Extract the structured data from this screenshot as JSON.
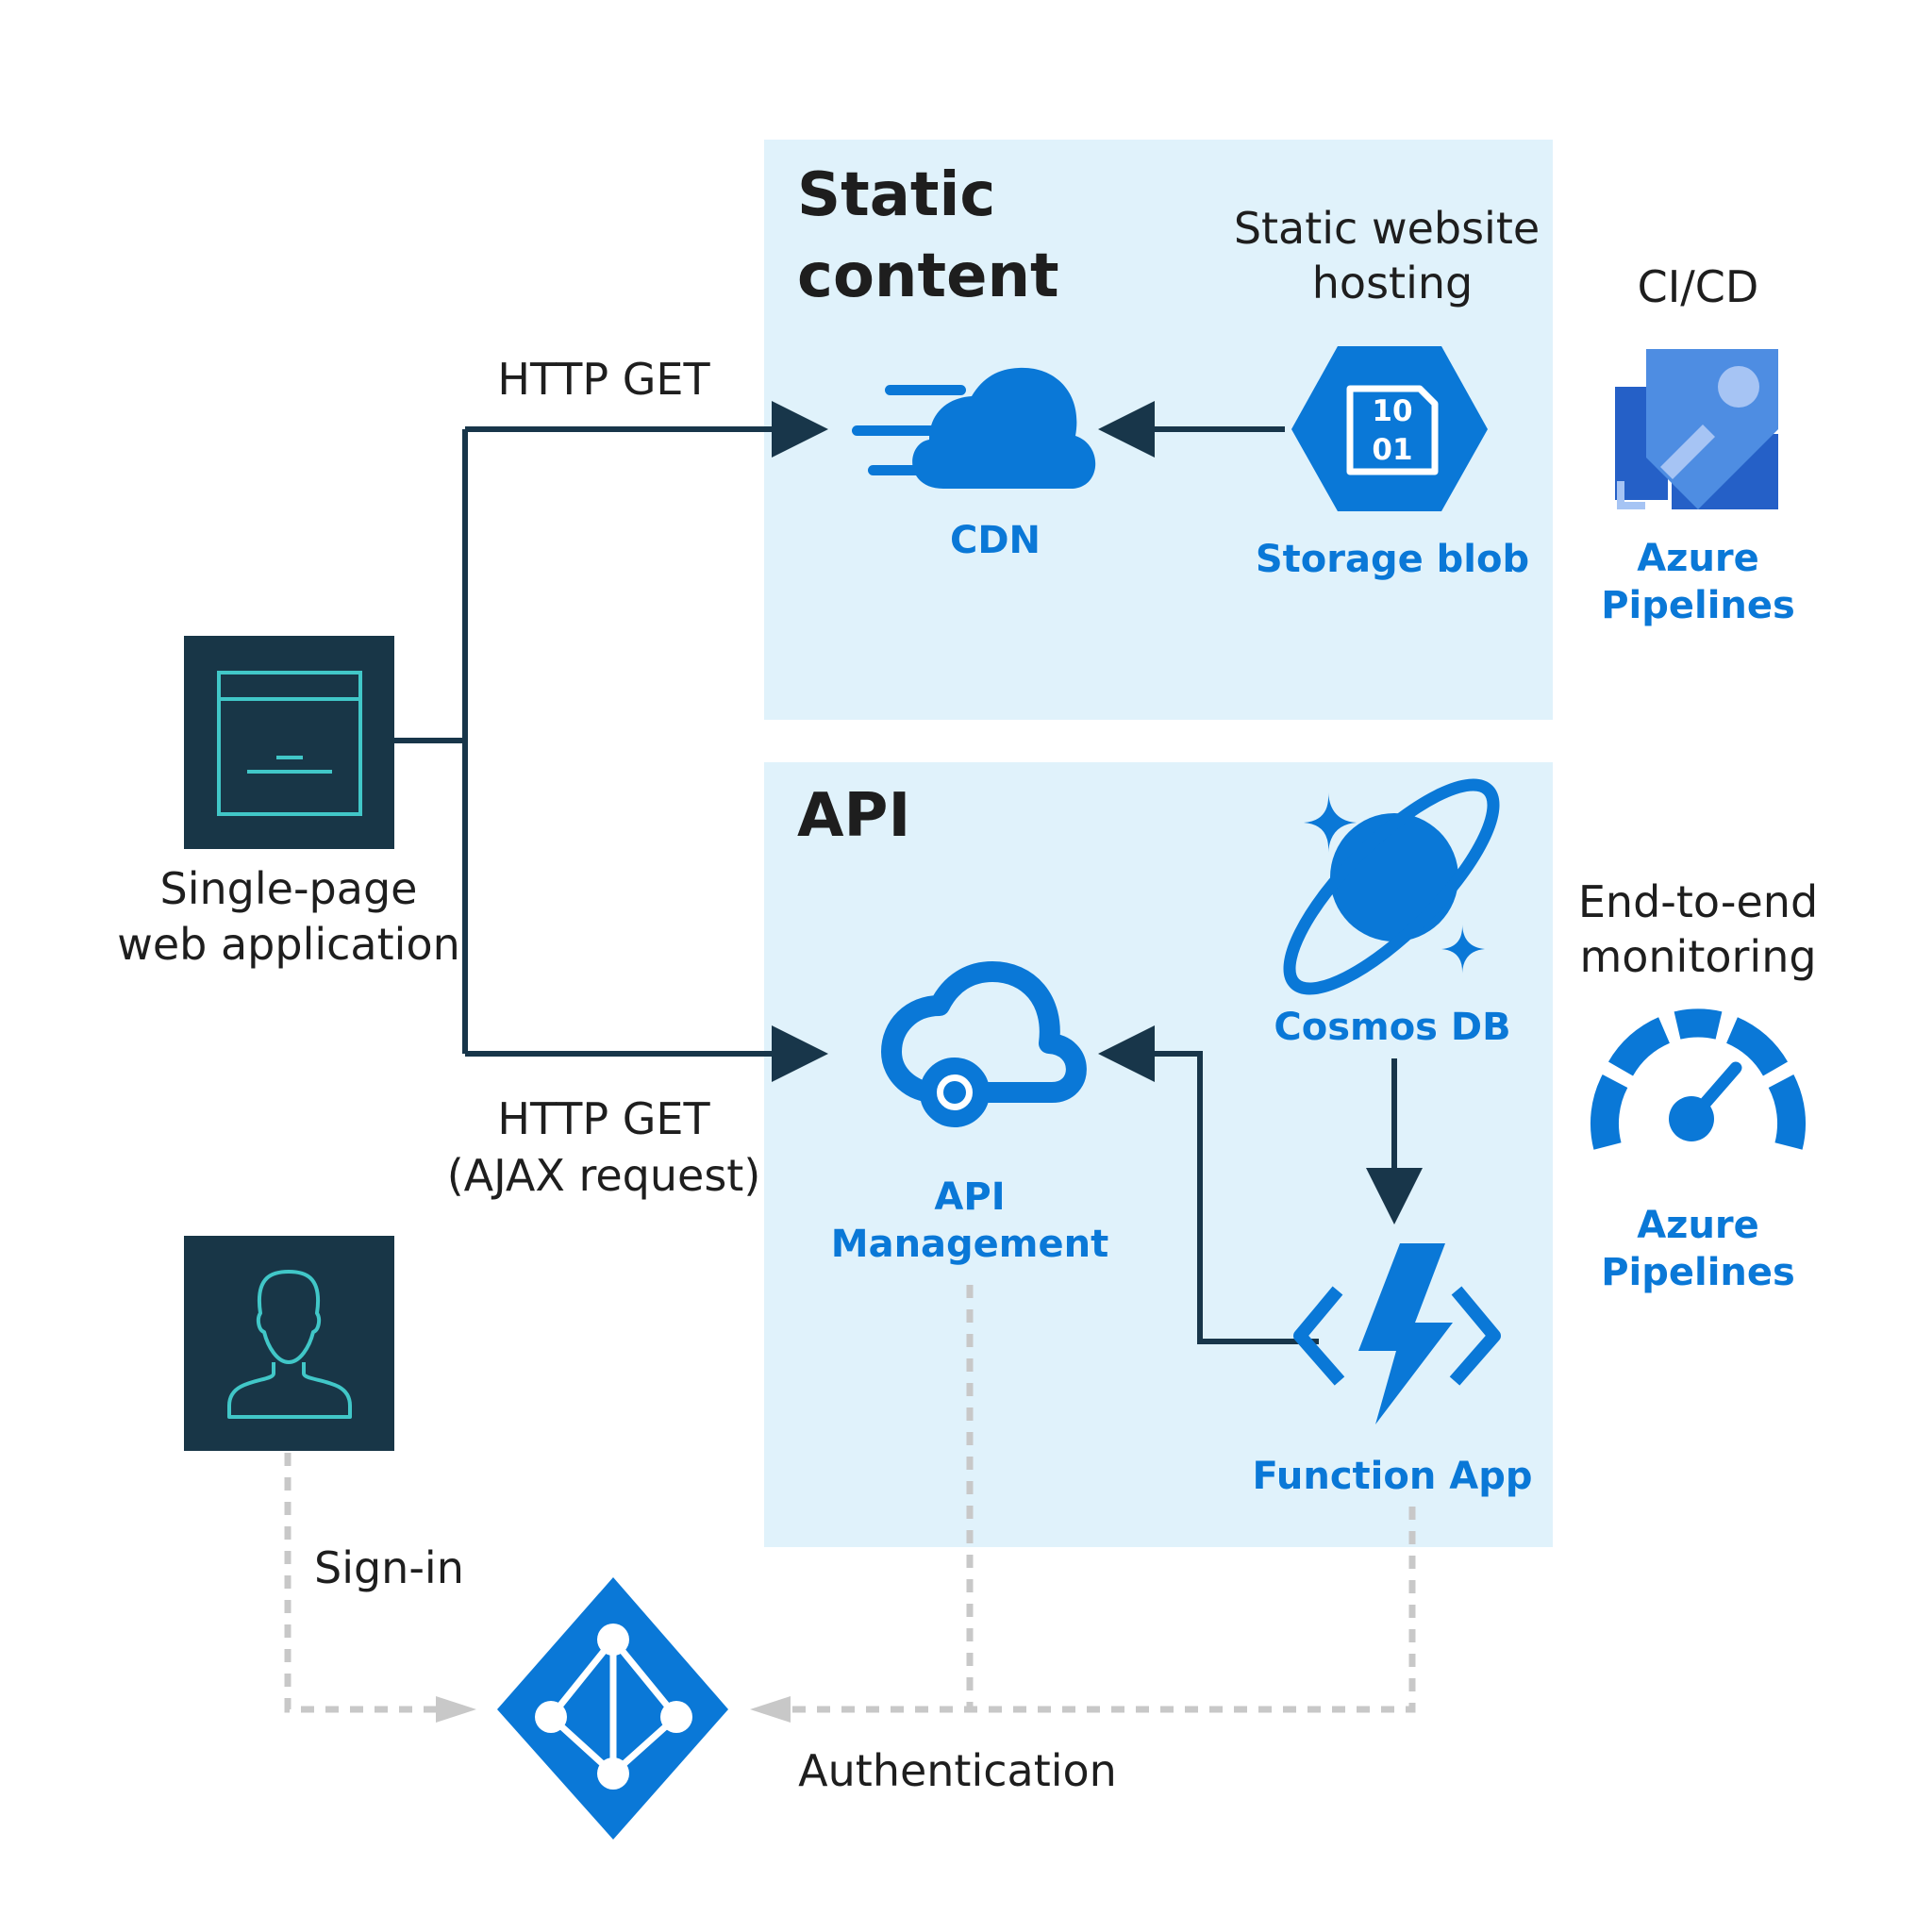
{
  "colors": {
    "panel_bg": "#e0f2fb",
    "connector": "#18364a",
    "icon_dark_bg": "#183647",
    "icon_teal": "#41c7c8",
    "azure_blue": "#0a78d7",
    "azure_blue_dark": "#005ba1",
    "label_blue": "#0a78d7",
    "text_dark": "#1e1e1e",
    "dashed_line": "#c8c8c8"
  },
  "sections": {
    "static": {
      "title_line1": "Static",
      "title_line2": "content"
    },
    "api": {
      "title": "API"
    }
  },
  "nodes": {
    "spa": {
      "icon": "browser-window-icon",
      "label_line1": "Single-page",
      "label_line2": "web application"
    },
    "user": {
      "icon": "user-icon"
    },
    "cdn": {
      "icon": "cdn-cloud-icon",
      "label": "CDN"
    },
    "storage": {
      "icon": "storage-blob-icon",
      "glyph_line1": "10",
      "glyph_line2": "01",
      "label": "Storage blob",
      "caption_line1": "Static website",
      "caption_line2": "hosting"
    },
    "pipelines": {
      "icon": "azure-pipelines-rocket-icon",
      "caption": "CI/CD",
      "label_line1": "Azure",
      "label_line2": "Pipelines"
    },
    "apim": {
      "icon": "api-management-cloud-icon",
      "label_line1": "API",
      "label_line2": "Management"
    },
    "cosmos": {
      "icon": "cosmos-db-planet-icon",
      "label": "Cosmos DB"
    },
    "function": {
      "icon": "function-app-bolt-icon",
      "label": "Function App"
    },
    "monitoring": {
      "icon": "speedometer-gauge-icon",
      "caption_line1": "End-to-end",
      "caption_line2": "monitoring",
      "label_line1": "Azure",
      "label_line2": "Pipelines"
    },
    "aad": {
      "icon": "active-directory-diamond-icon"
    }
  },
  "edges": {
    "http_get_static": "HTTP GET",
    "http_get_api_line1": "HTTP GET",
    "http_get_api_line2": "(AJAX request)",
    "sign_in": "Sign-in",
    "authentication": "Authentication"
  }
}
